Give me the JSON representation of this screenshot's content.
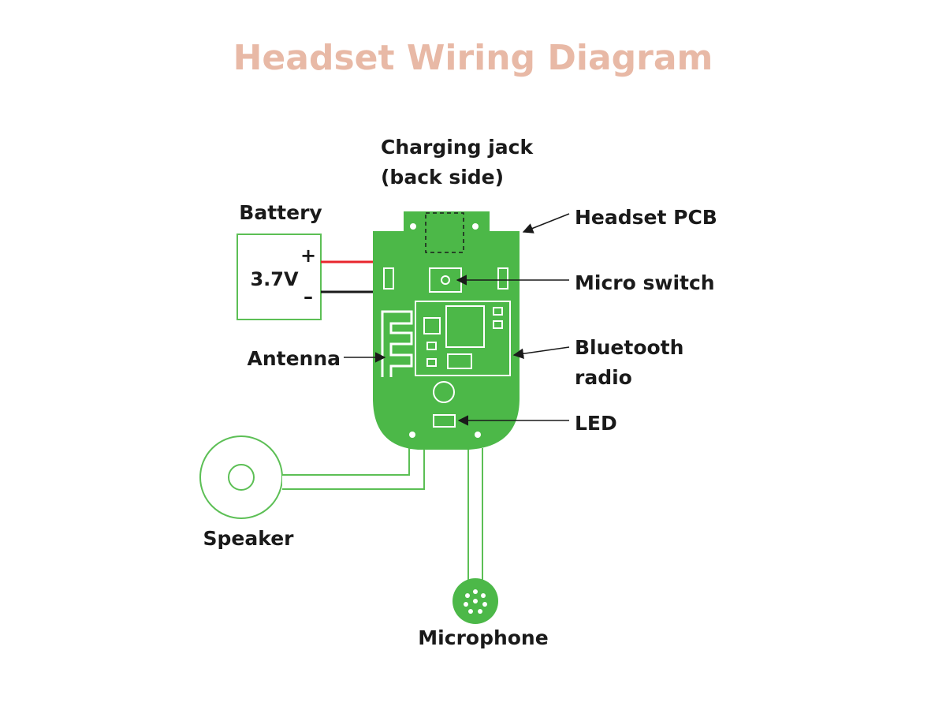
{
  "diagram": {
    "title": "Headset Wiring Diagram",
    "labels": {
      "charging_jack_line1": "Charging jack",
      "charging_jack_line2": "(back side)",
      "battery": "Battery",
      "battery_voltage": "3.7V",
      "battery_plus": "+",
      "battery_minus": "–",
      "headset_pcb": "Headset PCB",
      "micro_switch": "Micro switch",
      "antenna": "Antenna",
      "bluetooth_line1": "Bluetooth",
      "bluetooth_line2": "radio",
      "led": "LED",
      "speaker": "Speaker",
      "microphone": "Microphone"
    },
    "colors": {
      "title": "#e8b9a6",
      "pcb": "#4cb848",
      "wire_green": "#5cbf55",
      "positive_wire": "#e8262d",
      "negative_wire": "#1a1a1a",
      "outline": "#ffffff",
      "text": "#1a1a1a"
    }
  }
}
